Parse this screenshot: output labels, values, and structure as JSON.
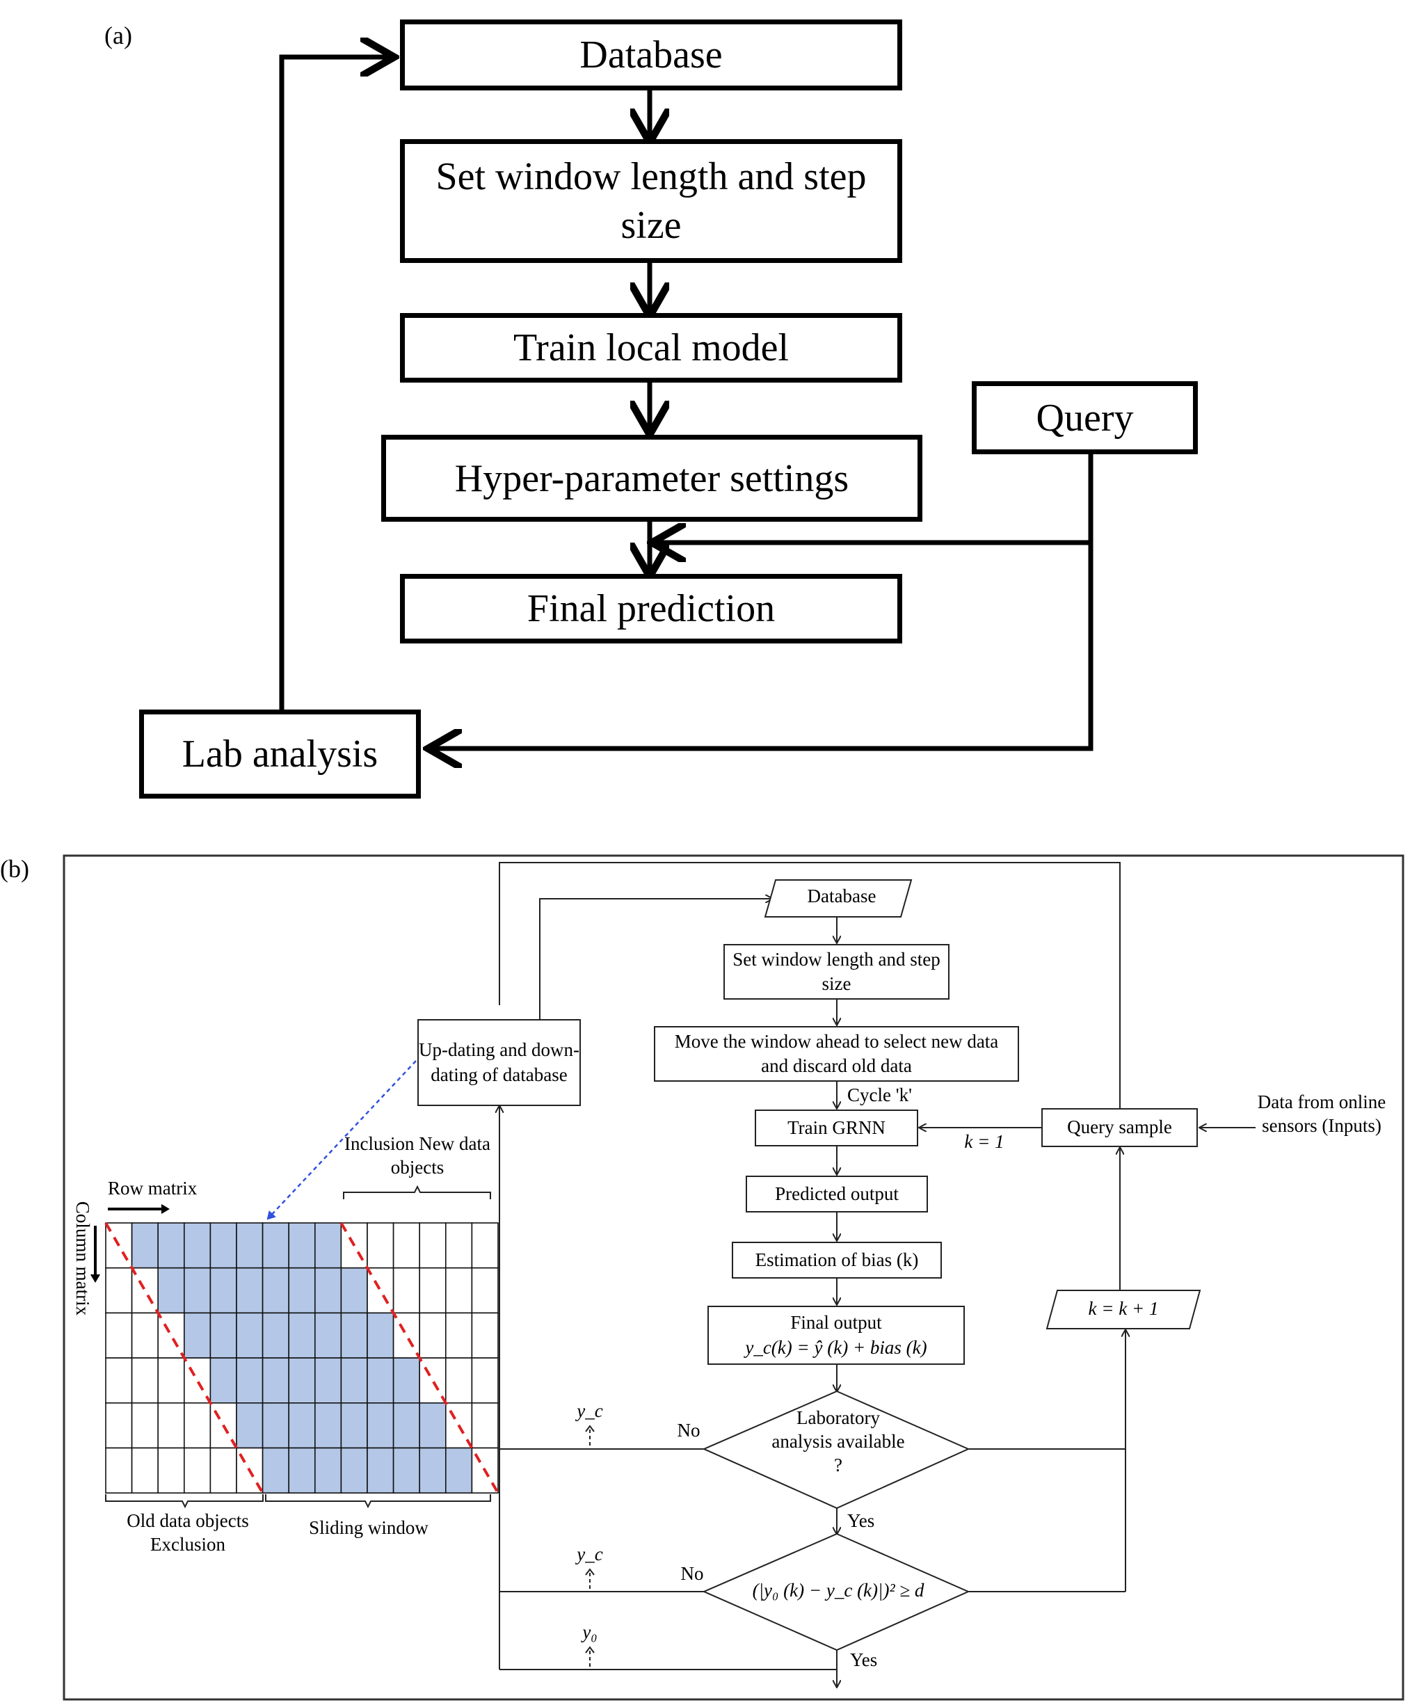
{
  "panel_a": {
    "label": "(a)",
    "database": "Database",
    "set_window": "Set window length and step size",
    "train_local": "Train local model",
    "hyper": "Hyper-parameter settings",
    "final_prediction": "Final prediction",
    "query": "Query",
    "lab_analysis": "Lab analysis"
  },
  "panel_b": {
    "label": "(b)",
    "database": "Database",
    "set_window": "Set window length and step size",
    "move_window": "Move the window ahead to select new data and discard old data",
    "cycle": "Cycle 'k'",
    "train_grnn": "Train GRNN",
    "k_eq_1": "k = 1",
    "query_sample": "Query sample",
    "data_from_sensors": "Data from online sensors (Inputs)",
    "predicted_output": "Predicted output",
    "estimation_bias": "Estimation of bias (k)",
    "final_output_title": "Final output",
    "final_output_formula": "y_c(k) = ŷ (k) + bias (k)",
    "k_increment": "k = k + 1",
    "updating": "Up-dating and down-dating of database",
    "inclusion": "Inclusion New data objects",
    "row_matrix": "Row matrix",
    "column_matrix": "Column matrix",
    "old_data": "Old data objects Exclusion",
    "sliding_window": "Sliding window",
    "lab_available": "Laboratory analysis available ?",
    "condition": "(|y₀ (k) − y_c (k)|)² ≥ d",
    "no_1": "No",
    "no_2": "No",
    "yes_1": "Yes",
    "yes_2": "Yes",
    "yc_1": "y_c",
    "yc_2": "y_c",
    "y0": "y₀"
  },
  "colors": {
    "window_fill": "#b4c7e7",
    "dashed_red": "#e02020",
    "dashed_blue": "#3050e0"
  }
}
